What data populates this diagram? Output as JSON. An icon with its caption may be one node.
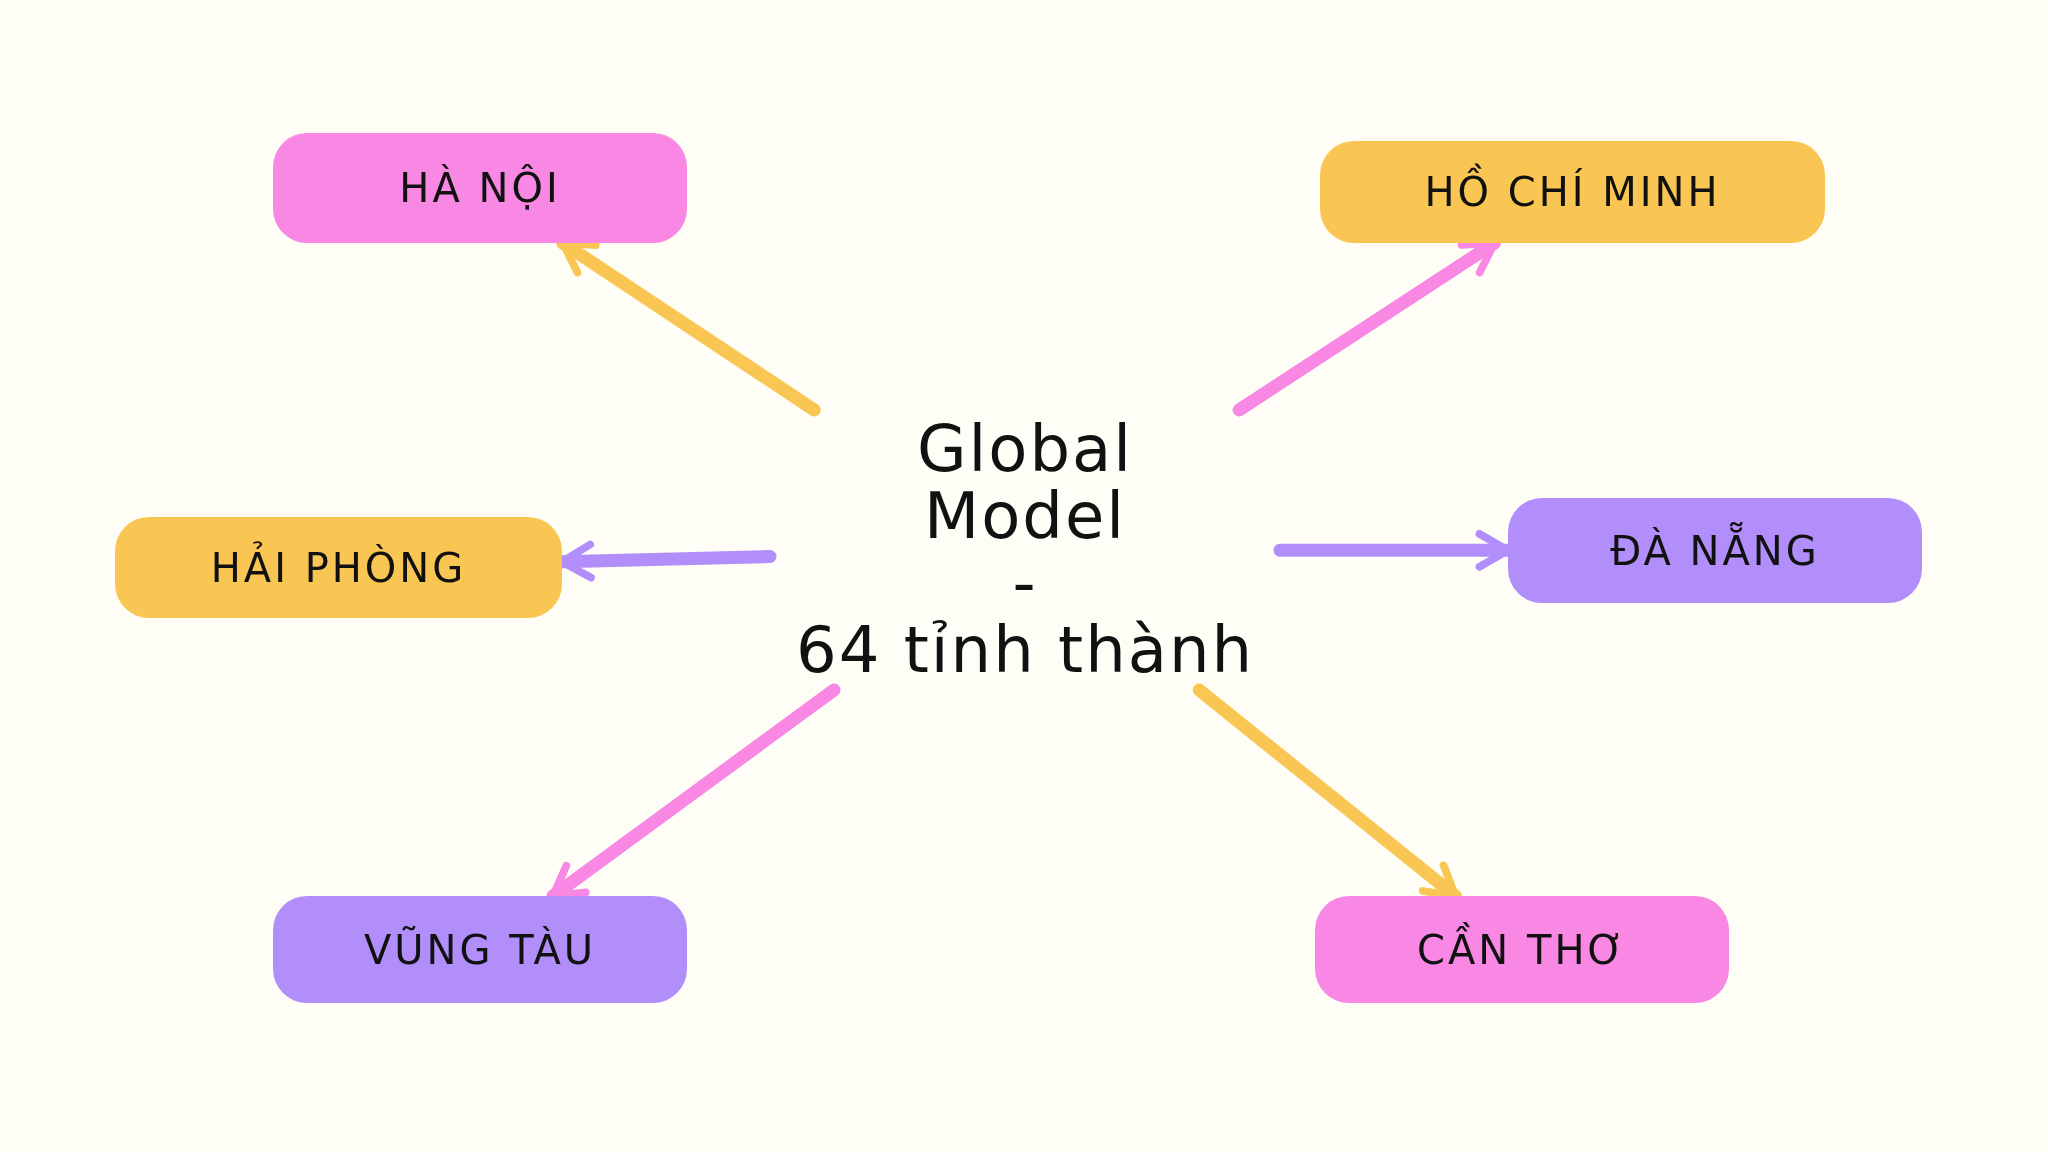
{
  "diagram": {
    "nodes": [
      {
        "text": [
          "Global Model",
          "-",
          "64 tỉnh thành"
        ]
      },
      {
        "text": [
          "HÀ NỘI"
        ]
      },
      {
        "text": [
          "HỒ CHÍ MINH"
        ]
      },
      {
        "text": [
          "HẢI PHÒNG"
        ]
      },
      {
        "text": [
          "ĐÀ NẴNG"
        ]
      },
      {
        "text": [
          "VŨNG TÀU"
        ]
      },
      {
        "text": [
          "CẦN THƠ"
        ]
      }
    ],
    "edges": [
      {
        "from": 0,
        "to": 1,
        "arrow": "to",
        "color": "#f9c653"
      },
      {
        "from": 0,
        "to": 2,
        "arrow": "to",
        "color": "#f888e4"
      },
      {
        "from": 0,
        "to": 3,
        "arrow": "to",
        "color": "#b18efa"
      },
      {
        "from": 0,
        "to": 4,
        "arrow": "to",
        "color": "#b18efa"
      },
      {
        "from": 0,
        "to": 5,
        "arrow": "to",
        "color": "#f888e4"
      },
      {
        "from": 0,
        "to": 6,
        "arrow": "to",
        "color": "#f9c653"
      }
    ]
  }
}
